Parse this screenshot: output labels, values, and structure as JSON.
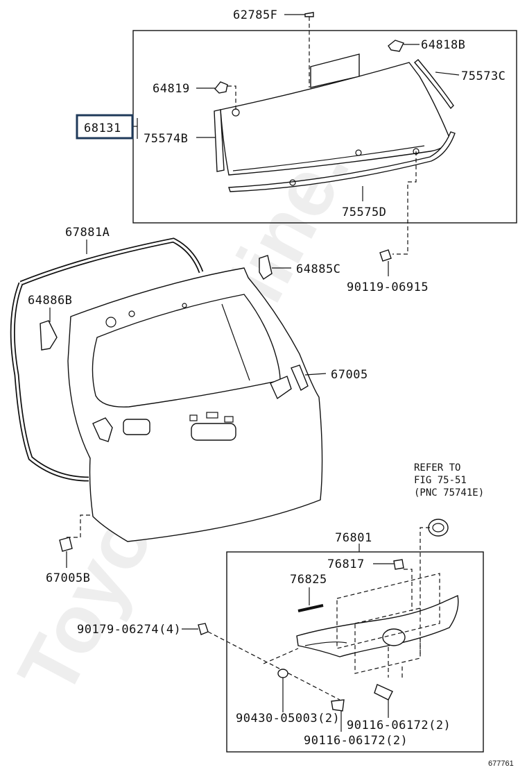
{
  "watermark": "ToyotaCarMine.ru",
  "diagram_number": "677761",
  "parts": {
    "p62785F": "62785F",
    "p64818B": "64818B",
    "p75573C": "75573C",
    "p64819": "64819",
    "p68131": "68131",
    "p75574B": "75574B",
    "p75575D": "75575D",
    "p67881A": "67881A",
    "p64885C": "64885C",
    "p90119_06915": "90119-06915",
    "p64886B": "64886B",
    "p67005": "67005",
    "p67005B": "67005B",
    "p76801": "76801",
    "p76817": "76817",
    "p76825": "76825",
    "p90179_06274": "90179-06274(4)",
    "p90430_05003": "90430-05003(2)",
    "p90116_06172_a": "90116-06172(2)",
    "p90116_06172_b": "90116-06172(2)"
  },
  "refer": {
    "line1": "REFER TO",
    "line2": "FIG 75-51",
    "line3": "(PNC 75741E)"
  }
}
